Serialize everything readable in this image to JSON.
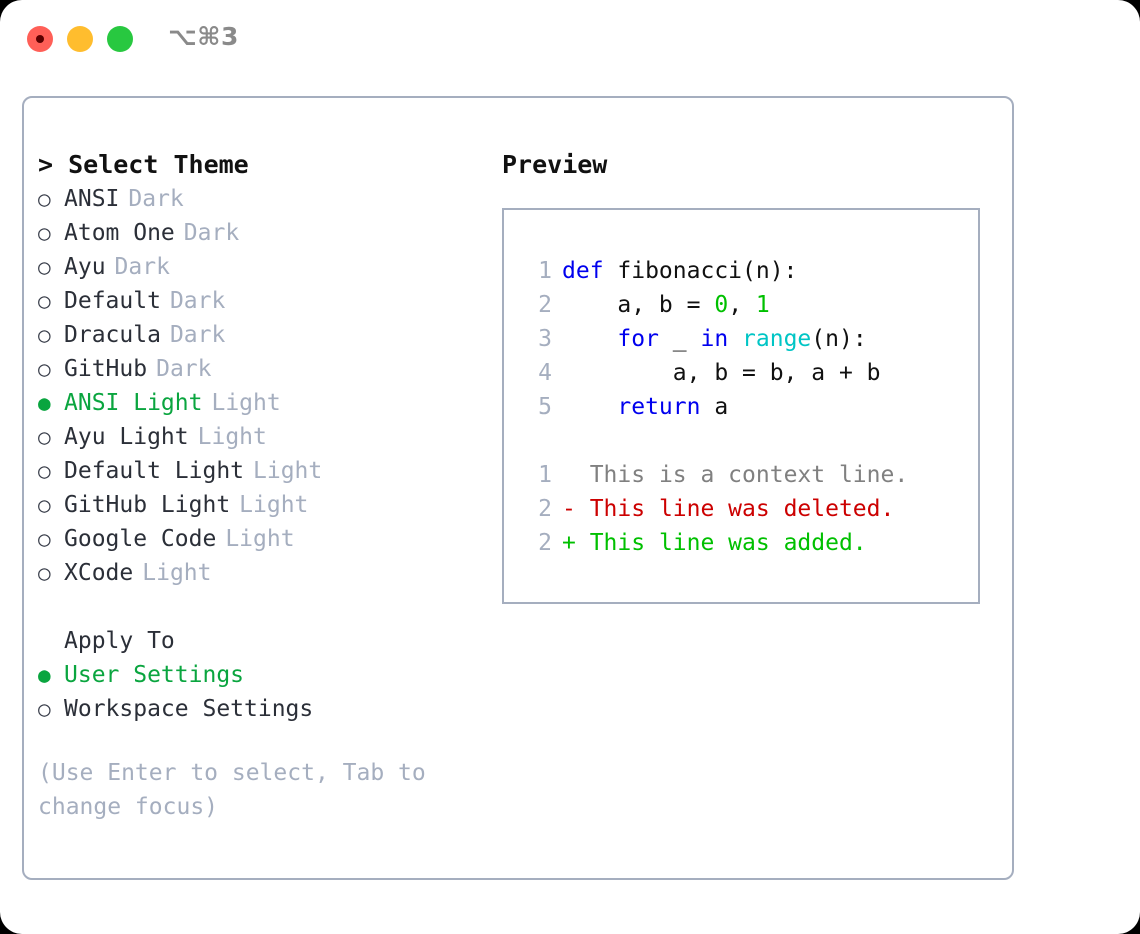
{
  "titlebar": {
    "shortcut": "⌥⌘3",
    "lights": [
      {
        "name": "close",
        "color": "#ff5f57"
      },
      {
        "name": "minimize",
        "color": "#ffbd2e"
      },
      {
        "name": "maximize",
        "color": "#28c840"
      }
    ]
  },
  "theme_selector": {
    "heading": "> Select Theme",
    "caret": ">",
    "heading_text": "Select Theme",
    "bullet_selected": "●",
    "bullet_unselected": "○",
    "themes": [
      {
        "name": "ANSI",
        "variant": "Dark",
        "selected": false
      },
      {
        "name": "Atom One",
        "variant": "Dark",
        "selected": false
      },
      {
        "name": "Ayu",
        "variant": "Dark",
        "selected": false
      },
      {
        "name": "Default",
        "variant": "Dark",
        "selected": false
      },
      {
        "name": "Dracula",
        "variant": "Dark",
        "selected": false
      },
      {
        "name": "GitHub",
        "variant": "Dark",
        "selected": false
      },
      {
        "name": "ANSI Light",
        "variant": "Light",
        "selected": true
      },
      {
        "name": "Ayu Light",
        "variant": "Light",
        "selected": false
      },
      {
        "name": "Default Light",
        "variant": "Light",
        "selected": false
      },
      {
        "name": "GitHub Light",
        "variant": "Light",
        "selected": false
      },
      {
        "name": "Google Code",
        "variant": "Light",
        "selected": false
      },
      {
        "name": "XCode",
        "variant": "Light",
        "selected": false
      }
    ]
  },
  "apply_to": {
    "heading": "Apply To",
    "options": [
      {
        "label": "User Settings",
        "selected": true
      },
      {
        "label": "Workspace Settings",
        "selected": false
      }
    ]
  },
  "hint": "(Use Enter to select, Tab to change focus)",
  "preview": {
    "title": "Preview",
    "code_lines": [
      {
        "no": "1",
        "indent": "",
        "tokens": [
          {
            "t": "def",
            "c": "kw"
          },
          {
            "t": " fibonacci(n):",
            "c": "code-text"
          }
        ]
      },
      {
        "no": "2",
        "indent": "    ",
        "tokens": [
          {
            "t": "a, b = ",
            "c": "code-text"
          },
          {
            "t": "0",
            "c": "num"
          },
          {
            "t": ", ",
            "c": "code-text"
          },
          {
            "t": "1",
            "c": "num"
          }
        ]
      },
      {
        "no": "3",
        "indent": "    ",
        "tokens": [
          {
            "t": "for",
            "c": "kw"
          },
          {
            "t": " _ ",
            "c": "code-text"
          },
          {
            "t": "in",
            "c": "kw"
          },
          {
            "t": " ",
            "c": "code-text"
          },
          {
            "t": "range",
            "c": "fn"
          },
          {
            "t": "(n):",
            "c": "code-text"
          }
        ]
      },
      {
        "no": "4",
        "indent": "        ",
        "tokens": [
          {
            "t": "a, b = b, a + b",
            "c": "code-text"
          }
        ]
      },
      {
        "no": "5",
        "indent": "    ",
        "tokens": [
          {
            "t": "return",
            "c": "kw"
          },
          {
            "t": " a",
            "c": "code-text"
          }
        ]
      }
    ],
    "diff_lines": [
      {
        "no": "1",
        "marker": "  ",
        "text": "This is a context line.",
        "kind": "ctx"
      },
      {
        "no": "2",
        "marker": "- ",
        "text": "This line was deleted.",
        "kind": "del"
      },
      {
        "no": "2",
        "marker": "+ ",
        "text": "This line was added.",
        "kind": "add"
      }
    ]
  },
  "colors": {
    "accent_green": "#0aa53f",
    "muted_gray": "#a5aebf",
    "text": "#2b2f38",
    "keyword_blue": "#0000ee",
    "function_cyan": "#00c5c5",
    "number_green": "#00c000",
    "diff_add": "#00c000",
    "diff_del": "#cc0000",
    "context_gray": "#808080",
    "border": "#a5aebf"
  }
}
